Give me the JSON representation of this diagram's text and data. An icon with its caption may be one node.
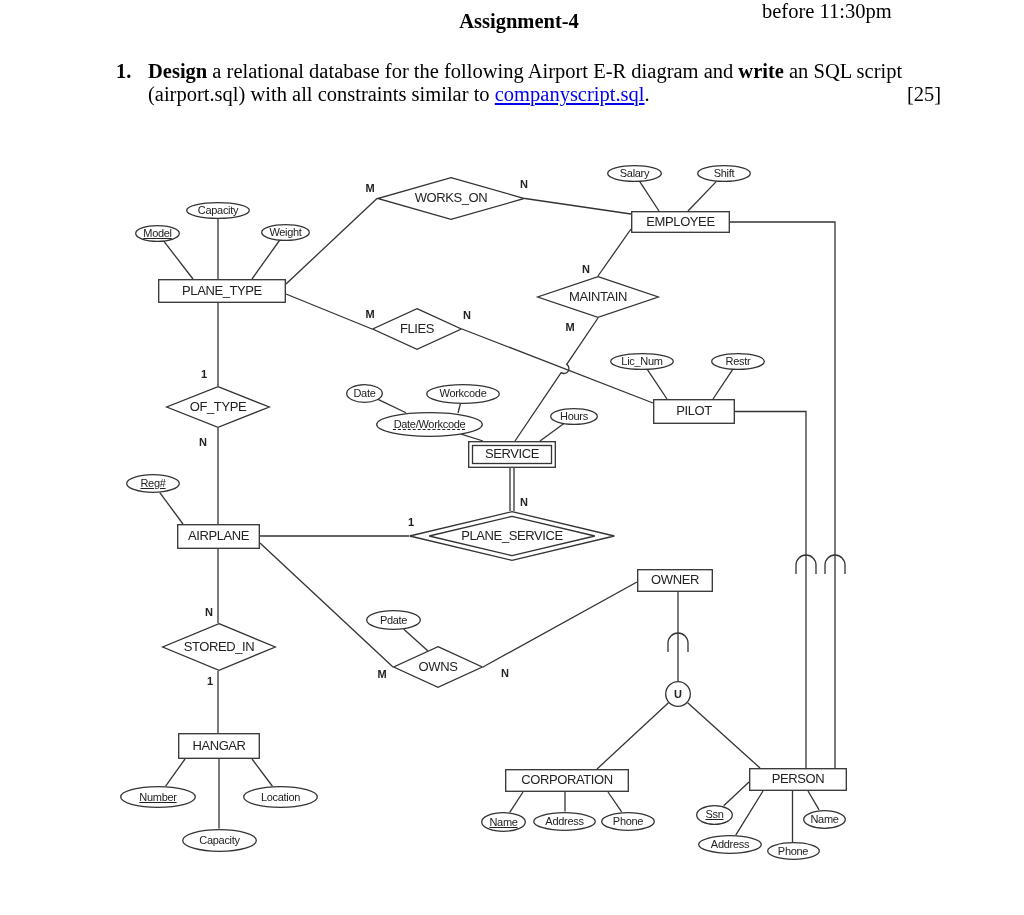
{
  "diagram": {
    "title": "Assignment-4",
    "nodes": [
      {
        "text": [
          "Salary"
        ]
      },
      {
        "text": [
          "Shift"
        ]
      },
      {
        "text": [
          "WORKS_ON"
        ]
      },
      {
        "text": [
          "Capacity"
        ]
      },
      {
        "text": [
          "EMPLOYEE"
        ]
      },
      {
        "text": [
          "Model"
        ]
      },
      {
        "text": [
          "Weight"
        ]
      },
      {
        "text": [
          "PLANE_TYPE"
        ]
      },
      {
        "text": [
          "MAINTAIN"
        ]
      },
      {
        "text": [
          "FLIES"
        ]
      },
      {
        "text": [
          "Lic_Num"
        ]
      },
      {
        "text": [
          "Restr"
        ]
      },
      {
        "text": [
          "Date"
        ]
      },
      {
        "text": [
          "Workcode"
        ]
      },
      {
        "text": [
          "OF_TYPE"
        ]
      },
      {
        "text": [
          "PILOT"
        ]
      },
      {
        "text": [
          "Hours"
        ]
      },
      {
        "text": [
          "Date/Workcode"
        ]
      },
      {
        "text": [
          "SERVICE"
        ]
      },
      {
        "text": [
          "Reg#"
        ]
      },
      {
        "text": [
          "AIRPLANE"
        ]
      },
      {
        "text": [
          "PLANE_SERVICE"
        ]
      },
      {
        "text": [
          "OWNER"
        ]
      },
      {
        "text": [
          "Pdate"
        ]
      },
      {
        "text": [
          "STORED_IN"
        ]
      },
      {
        "text": [
          "OWNS"
        ]
      },
      {
        "text": [
          "U"
        ]
      },
      {
        "text": [
          "HANGAR"
        ]
      },
      {
        "text": [
          "CORPORATION"
        ]
      },
      {
        "text": [
          "PERSON"
        ]
      },
      {
        "text": [
          "Number"
        ]
      },
      {
        "text": [
          "Location"
        ]
      },
      {
        "text": [
          "Name"
        ]
      },
      {
        "text": [
          "Address"
        ]
      },
      {
        "text": [
          "Phone"
        ]
      },
      {
        "text": [
          "Ssn"
        ]
      },
      {
        "text": [
          "Name"
        ]
      },
      {
        "text": [
          "Capacity"
        ]
      },
      {
        "text": [
          "Address"
        ]
      },
      {
        "text": [
          "Phone"
        ]
      }
    ],
    "edges": [
      {
        "from": 0,
        "to": 4,
        "arrow": "none"
      },
      {
        "from": 1,
        "to": 4,
        "arrow": "none"
      },
      {
        "from": 3,
        "to": 7,
        "arrow": "none"
      },
      {
        "from": 5,
        "to": 7,
        "arrow": "none"
      },
      {
        "from": 6,
        "to": 7,
        "arrow": "none"
      },
      {
        "from": 10,
        "to": 15,
        "arrow": "none"
      },
      {
        "from": 11,
        "to": 15,
        "arrow": "none"
      },
      {
        "from": 12,
        "to": 17,
        "arrow": "none"
      },
      {
        "from": 13,
        "to": 17,
        "arrow": "none"
      },
      {
        "from": 17,
        "to": 18,
        "arrow": "none"
      },
      {
        "from": 16,
        "to": 18,
        "arrow": "none"
      },
      {
        "from": 19,
        "to": 20,
        "arrow": "none"
      },
      {
        "from": 23,
        "to": 25,
        "arrow": "none"
      },
      {
        "from": 30,
        "to": 27,
        "arrow": "none"
      },
      {
        "from": 31,
        "to": 27,
        "arrow": "none"
      },
      {
        "from": 37,
        "to": 27,
        "arrow": "none"
      },
      {
        "from": 32,
        "to": 28,
        "arrow": "none"
      },
      {
        "from": 33,
        "to": 28,
        "arrow": "none"
      },
      {
        "from": 34,
        "to": 28,
        "arrow": "none"
      },
      {
        "from": 35,
        "to": 29,
        "arrow": "none"
      },
      {
        "from": 36,
        "to": 29,
        "arrow": "none"
      },
      {
        "from": 38,
        "to": 29,
        "arrow": "none"
      },
      {
        "from": 39,
        "to": 29,
        "arrow": "none"
      },
      {
        "from": 7,
        "to": 2,
        "arrow": "none",
        "label": "M"
      },
      {
        "from": 2,
        "to": 4,
        "arrow": "none",
        "label": "N"
      },
      {
        "from": 4,
        "to": 8,
        "arrow": "none",
        "label": "N"
      },
      {
        "from": 8,
        "to": 18,
        "arrow": "none",
        "label": "M"
      },
      {
        "from": 7,
        "to": 9,
        "arrow": "none",
        "label": "M"
      },
      {
        "from": 9,
        "to": 15,
        "arrow": "none",
        "label": "N"
      },
      {
        "from": 7,
        "to": 14,
        "arrow": "none",
        "label": "1"
      },
      {
        "from": 14,
        "to": 20,
        "arrow": "none",
        "label": "N"
      },
      {
        "from": 20,
        "to": 21,
        "arrow": "none",
        "label": "1"
      },
      {
        "from": 18,
        "to": 21,
        "arrow": "none",
        "label": "N"
      },
      {
        "from": 20,
        "to": 24,
        "arrow": "none",
        "label": "N"
      },
      {
        "from": 24,
        "to": 27,
        "arrow": "none",
        "label": "1"
      },
      {
        "from": 20,
        "to": 25,
        "arrow": "none",
        "label": "M"
      },
      {
        "from": 25,
        "to": 22,
        "arrow": "none",
        "label": "N"
      },
      {
        "from": 22,
        "to": 26,
        "arrow": "none"
      },
      {
        "from": 26,
        "to": 28,
        "arrow": "none"
      },
      {
        "from": 26,
        "to": 29,
        "arrow": "none"
      },
      {
        "from": 4,
        "to": 29,
        "arrow": "none"
      },
      {
        "from": 15,
        "to": 29,
        "arrow": "none"
      }
    ],
    "labels": [
      "before 11:30pm",
      "1.",
      "**Design** a relational database for the following Airport E-R diagram and **write** an SQL script (airport.sql) with all constraints similar to",
      "companyscript.sql",
      ".",
      "[25]"
    ]
  }
}
